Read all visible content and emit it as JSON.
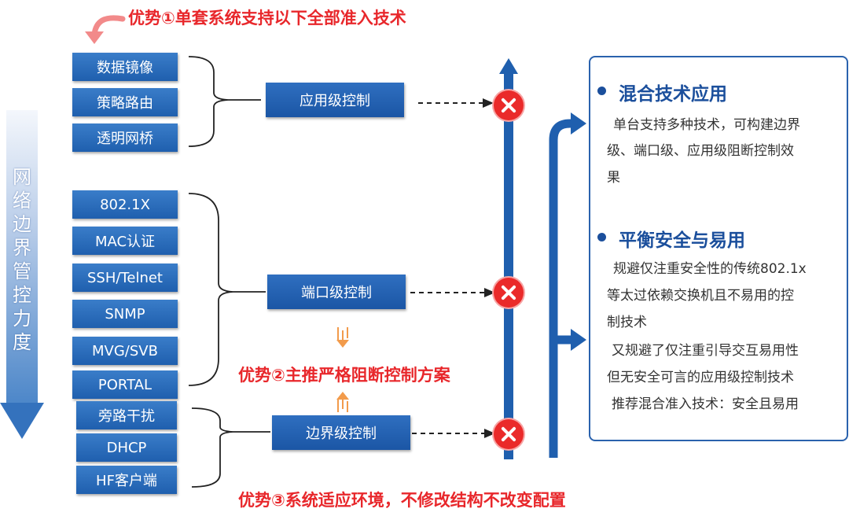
{
  "titles": {
    "advantage1": "优势①单套系统支持以下全部准入技术",
    "advantage2": "优势②主推严格阻断控制方案",
    "advantage3": "优势③系统适应环境，不修改结构不改变配置"
  },
  "side_label": [
    "网",
    "络",
    "边",
    "界",
    "管",
    "控",
    "力",
    "度"
  ],
  "tech_groups": {
    "app": [
      "数据镜像",
      "策略路由",
      "透明网桥"
    ],
    "port": [
      "802.1X",
      "MAC认证",
      "SSH/Telnet",
      "SNMP",
      "MVG/SVB",
      "PORTAL"
    ],
    "border": [
      "旁路干扰",
      "DHCP",
      "HF客户端"
    ]
  },
  "controls": {
    "app": "应用级控制",
    "port": "端口级控制",
    "border": "边界级控制"
  },
  "panel": {
    "section1": {
      "heading": "混合技术应用",
      "lines": [
        "单台支持多种技术，可构建边界",
        "级、端口级、应用级阻断控制效",
        "果"
      ]
    },
    "section2": {
      "heading": "平衡安全与易用",
      "lines": [
        "规避仅注重安全性的传统802.1x",
        "等太过依赖交换机且不易用的控",
        "制技术",
        "又规避了仅注重引导交互易用性",
        "但无安全可言的应用级控制技术",
        "推荐混合准入技术：安全且易用"
      ]
    }
  },
  "colors": {
    "accent_red": "#e8272b",
    "box_blue": "#1f5fae",
    "heading_blue": "#1b4f9c",
    "arrow_orange": "#f29b4b"
  }
}
